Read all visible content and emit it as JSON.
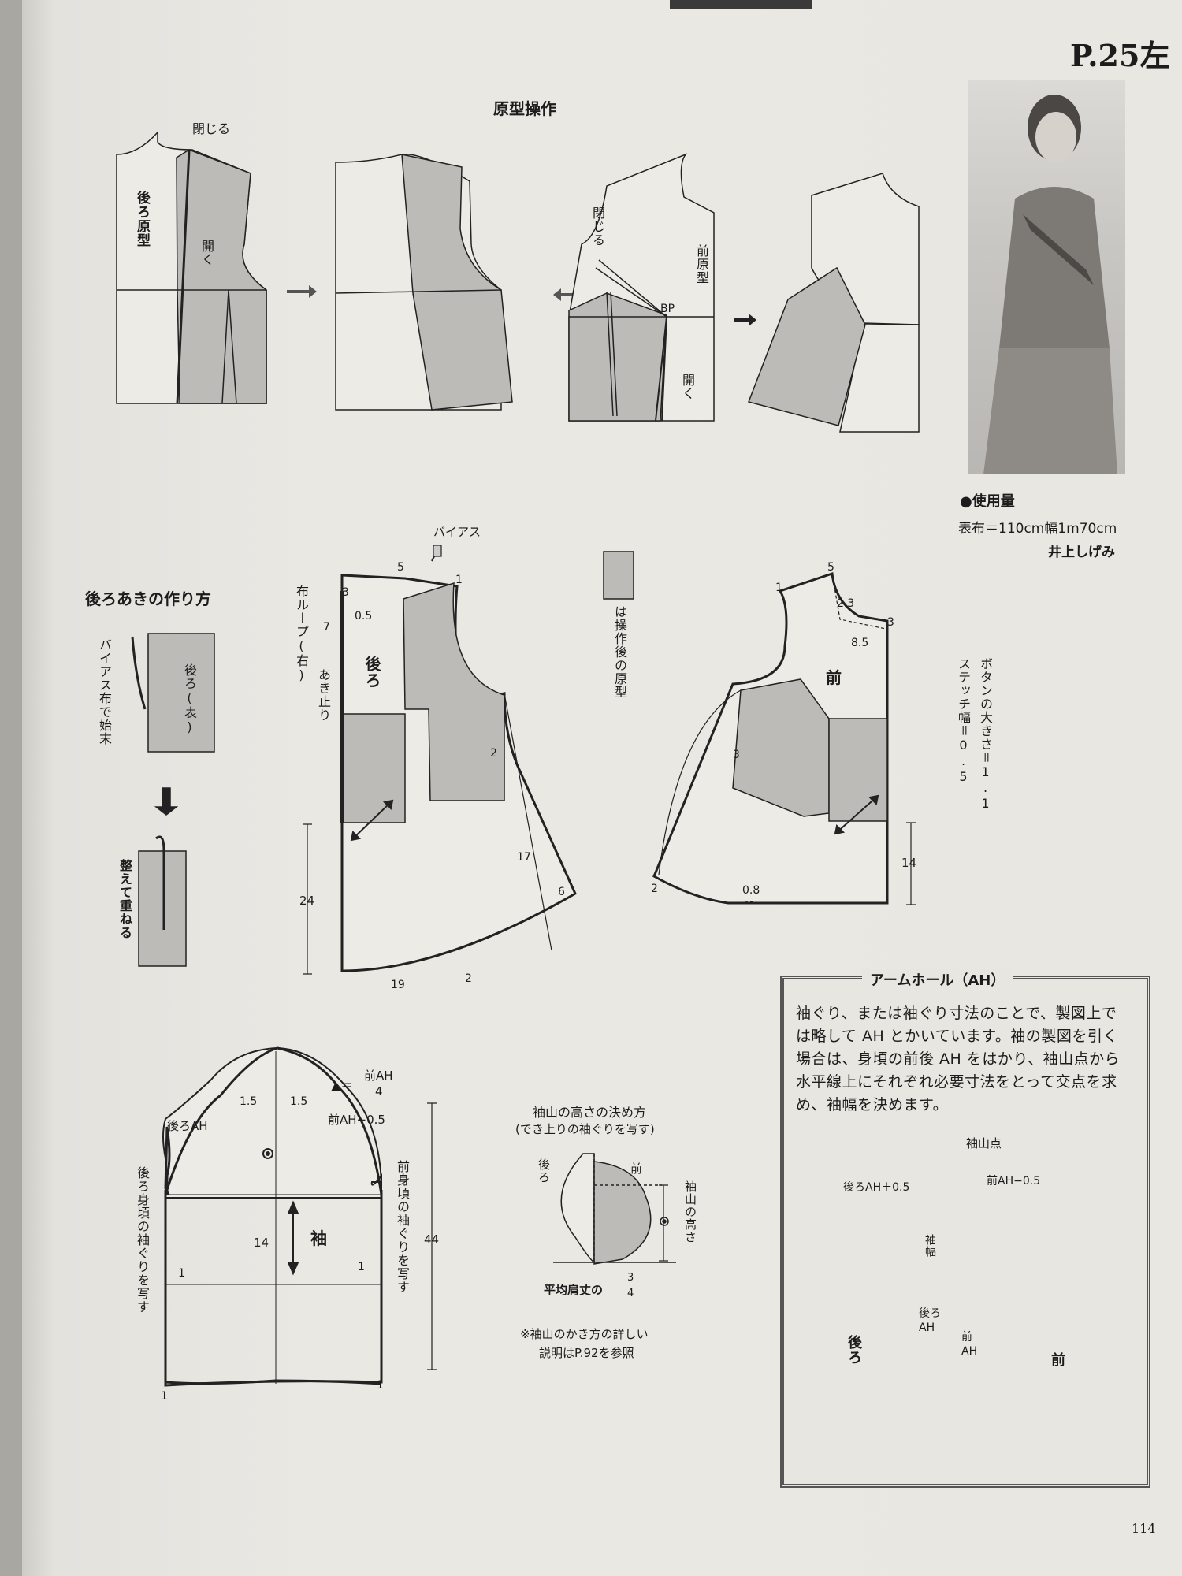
{
  "page_ref": "P.25左",
  "page_number": "114",
  "header_band": "",
  "sections": {
    "pattern_ops_title": "原型操作",
    "back_opening_title": "後ろあきの作り方",
    "armhole_title": "アームホール（AH）"
  },
  "materials": {
    "label": "●使用量",
    "fabric": "表布＝110cm幅1m70cm",
    "author": "井上しげみ"
  },
  "pattern_ops": {
    "close_1": "閉じる",
    "back_block": "後ろ原型",
    "open_1": "開く",
    "close_2": "閉じる",
    "front_block": "前原型",
    "bp": "BP",
    "open_2": "開く"
  },
  "back_opening": {
    "bias_finish": "バイアス布で始末",
    "back_right_side": "後ろ(表)",
    "arrange_overlap": "整えて重ねる"
  },
  "legend": {
    "shaded_meaning": "は操作後の原型"
  },
  "back_piece": {
    "bias": "バイアス",
    "fabric_loop": "布ループ(右)",
    "opening_end": "あき止り",
    "label": "後ろ",
    "m5": "5",
    "m1": "1",
    "m3": "3",
    "m05": "0.5",
    "m7": "7",
    "m2a": "2",
    "m17": "17",
    "m6": "6",
    "m24": "24",
    "m19": "19",
    "m2b": "2"
  },
  "front_piece": {
    "label": "前",
    "m1": "1",
    "m5": "5",
    "m23": "2.3",
    "m3": "3",
    "m85": "8.5",
    "m3b": "3",
    "m2": "2",
    "m08": "0.8",
    "m14": "14",
    "button_note": "ボタンの大きさ＝1.1",
    "stitch_note": "ステッチ幅＝0.5"
  },
  "sleeve": {
    "label": "袖",
    "formula_lhs": "▲＝",
    "formula_num": "前AH",
    "formula_den": "4",
    "m15a": "1.5",
    "m15b": "1.5",
    "back_ah": "後ろAH",
    "front_ah": "前AH−0.5",
    "copy_back": "後ろ身頃の袖ぐりを写す",
    "copy_front": "前身頃の袖ぐりを写す",
    "m14": "14",
    "m44": "44",
    "m1a": "1",
    "m1b": "1",
    "m1c": "1",
    "m1d": "1"
  },
  "cap_height": {
    "title1": "袖山の高さの決め方",
    "title2": "(でき上りの袖ぐりを写す)",
    "back": "後ろ",
    "front": "前",
    "cap": "袖山の高さ",
    "avg_shoulder": "平均肩丈の",
    "frac_num": "3",
    "frac_den": "4",
    "note1": "※袖山のかき方の詳しい",
    "note2": "説明はP.92を参照"
  },
  "armhole_box": {
    "text": "袖ぐり、または袖ぐり寸法のことで、製図上では略して AH とかいています。袖の製図を引く場合は、身頃の前後 AH をはかり、袖山点から水平線上にそれぞれ必要寸法をとって交点を求め、袖幅を決めます。",
    "cap_point": "袖山点",
    "back_ah": "後ろAH＋0.5",
    "front_ah": "前AH−0.5",
    "width": "袖幅",
    "back": "後ろ",
    "back_ah_label": "後ろAH",
    "front_ah_label": "前AH",
    "front": "前"
  },
  "colors": {
    "shade": "#bdbbb7",
    "paper": "#e9e7e2",
    "ink": "#1c1c1c"
  }
}
